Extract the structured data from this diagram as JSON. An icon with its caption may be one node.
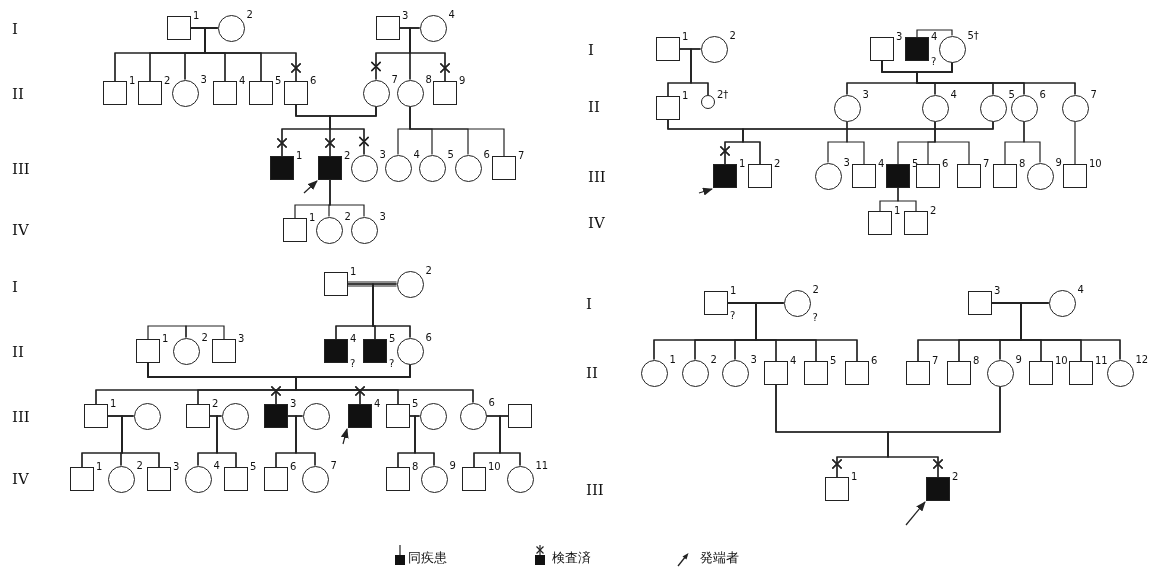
{
  "diagram": {
    "nodes": [
      {
        "text": [],
        "shape": "box",
        "beside": [
          "1"
        ]
      },
      {
        "text": [],
        "shape": "circle",
        "beside": [
          "2"
        ]
      },
      {
        "text": [],
        "shape": "box",
        "beside": [
          "3"
        ]
      },
      {
        "text": [],
        "shape": "circle",
        "beside": [
          "4"
        ]
      },
      {
        "text": [],
        "shape": "box",
        "beside": [
          "1"
        ]
      },
      {
        "text": [],
        "shape": "box",
        "beside": [
          "2"
        ]
      },
      {
        "text": [],
        "shape": "circle",
        "beside": [
          "3"
        ]
      },
      {
        "text": [],
        "shape": "box",
        "beside": [
          "4"
        ]
      },
      {
        "text": [],
        "shape": "box",
        "beside": [
          "5"
        ]
      },
      {
        "text": [],
        "shape": "box",
        "beside": [
          "6"
        ]
      },
      {
        "text": [],
        "shape": "circle",
        "beside": [
          "7"
        ]
      },
      {
        "text": [],
        "shape": "circle",
        "beside": [
          "8"
        ]
      },
      {
        "text": [],
        "shape": "box",
        "beside": [
          "9"
        ]
      },
      {
        "text": [],
        "shape": "filled-box",
        "beside": [
          "1"
        ]
      },
      {
        "text": [],
        "shape": "filled-box",
        "beside": [
          "2"
        ]
      },
      {
        "text": [],
        "shape": "circle",
        "beside": [
          "3"
        ]
      },
      {
        "text": [],
        "shape": "circle",
        "beside": [
          "4"
        ]
      },
      {
        "text": [],
        "shape": "circle",
        "beside": [
          "5"
        ]
      },
      {
        "text": [],
        "shape": "circle",
        "beside": [
          "6"
        ]
      },
      {
        "text": [],
        "shape": "box",
        "beside": [
          "7"
        ]
      },
      {
        "text": [],
        "shape": "box",
        "beside": [
          "1"
        ]
      },
      {
        "text": [],
        "shape": "circle",
        "beside": [
          "2"
        ]
      },
      {
        "text": [],
        "shape": "circle",
        "beside": [
          "3"
        ]
      },
      {
        "text": [],
        "shape": "box",
        "beside": [
          "1"
        ]
      },
      {
        "text": [],
        "shape": "circle",
        "beside": [
          "2"
        ]
      },
      {
        "text": [],
        "shape": "box",
        "beside": [
          "3"
        ]
      },
      {
        "text": [],
        "shape": "filled-box",
        "beside": [
          "4",
          "?"
        ]
      },
      {
        "text": [],
        "shape": "circle",
        "beside": [
          "5†"
        ]
      },
      {
        "text": [],
        "shape": "box",
        "beside": [
          "1"
        ]
      },
      {
        "text": [],
        "shape": "circle",
        "beside": [
          "2†"
        ]
      },
      {
        "text": [],
        "shape": "circle",
        "beside": [
          "3"
        ]
      },
      {
        "text": [],
        "shape": "circle",
        "beside": [
          "4"
        ]
      },
      {
        "text": [],
        "shape": "circle",
        "beside": [
          "5"
        ]
      },
      {
        "text": [],
        "shape": "circle",
        "beside": [
          "6"
        ]
      },
      {
        "text": [],
        "shape": "circle",
        "beside": [
          "7"
        ]
      },
      {
        "text": [],
        "shape": "filled-box",
        "beside": [
          "1"
        ]
      },
      {
        "text": [],
        "shape": "box",
        "beside": [
          "2"
        ]
      },
      {
        "text": [],
        "shape": "circle",
        "beside": [
          "3"
        ]
      },
      {
        "text": [],
        "shape": "box",
        "beside": [
          "4"
        ]
      },
      {
        "text": [],
        "shape": "filled-box",
        "beside": [
          "5"
        ]
      },
      {
        "text": [],
        "shape": "box",
        "beside": [
          "6"
        ]
      },
      {
        "text": [],
        "shape": "box",
        "beside": [
          "7"
        ]
      },
      {
        "text": [],
        "shape": "box",
        "beside": [
          "8"
        ]
      },
      {
        "text": [],
        "shape": "circle",
        "beside": [
          "9"
        ]
      },
      {
        "text": [],
        "shape": "box",
        "beside": [
          "10"
        ]
      },
      {
        "text": [],
        "shape": "box",
        "beside": [
          "1"
        ]
      },
      {
        "text": [],
        "shape": "box",
        "beside": [
          "2"
        ]
      },
      {
        "text": [],
        "shape": "box",
        "beside": [
          "1"
        ]
      },
      {
        "text": [],
        "shape": "circle",
        "beside": [
          "2"
        ]
      },
      {
        "text": [],
        "shape": "box",
        "beside": [
          "1"
        ]
      },
      {
        "text": [],
        "shape": "circle",
        "beside": [
          "2"
        ]
      },
      {
        "text": [],
        "shape": "box",
        "beside": [
          "3"
        ]
      },
      {
        "text": [],
        "shape": "filled-box",
        "beside": [
          "4",
          "?"
        ]
      },
      {
        "text": [],
        "shape": "filled-box",
        "beside": [
          "5",
          "?"
        ]
      },
      {
        "text": [],
        "shape": "circle",
        "beside": [
          "6"
        ]
      },
      {
        "text": [],
        "shape": "box",
        "beside": [
          "1"
        ]
      },
      {
        "text": [],
        "shape": "circle"
      },
      {
        "text": [],
        "shape": "box",
        "beside": [
          "2"
        ]
      },
      {
        "text": [],
        "shape": "circle"
      },
      {
        "text": [],
        "shape": "filled-box",
        "beside": [
          "3"
        ]
      },
      {
        "text": [],
        "shape": "circle"
      },
      {
        "text": [],
        "shape": "filled-box",
        "beside": [
          "4"
        ]
      },
      {
        "text": [],
        "shape": "box",
        "beside": [
          "5"
        ]
      },
      {
        "text": [],
        "shape": "circle"
      },
      {
        "text": [],
        "shape": "circle",
        "beside": [
          "6"
        ]
      },
      {
        "text": [],
        "shape": "box"
      },
      {
        "text": [],
        "shape": "box",
        "beside": [
          "1"
        ]
      },
      {
        "text": [],
        "shape": "circle",
        "beside": [
          "2"
        ]
      },
      {
        "text": [],
        "shape": "box",
        "beside": [
          "3"
        ]
      },
      {
        "text": [],
        "shape": "circle",
        "beside": [
          "4"
        ]
      },
      {
        "text": [],
        "shape": "box",
        "beside": [
          "5"
        ]
      },
      {
        "text": [],
        "shape": "box",
        "beside": [
          "6"
        ]
      },
      {
        "text": [],
        "shape": "circle",
        "beside": [
          "7"
        ]
      },
      {
        "text": [],
        "shape": "box",
        "beside": [
          "8"
        ]
      },
      {
        "text": [],
        "shape": "circle",
        "beside": [
          "9"
        ]
      },
      {
        "text": [],
        "shape": "box",
        "beside": [
          "10"
        ]
      },
      {
        "text": [],
        "shape": "circle",
        "beside": [
          "11"
        ]
      },
      {
        "text": [],
        "shape": "box",
        "beside": [
          "1",
          "?"
        ]
      },
      {
        "text": [],
        "shape": "circle",
        "beside": [
          "2",
          "?"
        ]
      },
      {
        "text": [],
        "shape": "box",
        "beside": [
          "3"
        ]
      },
      {
        "text": [],
        "shape": "circle",
        "beside": [
          "4"
        ]
      },
      {
        "text": [],
        "shape": "circle",
        "beside": [
          "1"
        ]
      },
      {
        "text": [],
        "shape": "circle",
        "beside": [
          "2"
        ]
      },
      {
        "text": [],
        "shape": "circle",
        "beside": [
          "3"
        ]
      },
      {
        "text": [],
        "shape": "box",
        "beside": [
          "4"
        ]
      },
      {
        "text": [],
        "shape": "box",
        "beside": [
          "5"
        ]
      },
      {
        "text": [],
        "shape": "box",
        "beside": [
          "6"
        ]
      },
      {
        "text": [],
        "shape": "box",
        "beside": [
          "7"
        ]
      },
      {
        "text": [],
        "shape": "box",
        "beside": [
          "8"
        ]
      },
      {
        "text": [],
        "shape": "circle",
        "beside": [
          "9"
        ]
      },
      {
        "text": [],
        "shape": "box",
        "beside": [
          "10"
        ]
      },
      {
        "text": [],
        "shape": "box",
        "beside": [
          "11"
        ]
      },
      {
        "text": [],
        "shape": "circle",
        "beside": [
          "12"
        ]
      },
      {
        "text": [],
        "shape": "box",
        "beside": [
          "1"
        ]
      },
      {
        "text": [],
        "shape": "filled-box",
        "beside": [
          "2"
        ]
      }
    ],
    "edges": [
      {
        "from": 0,
        "to": 1,
        "arrow": "none"
      },
      {
        "from": 0,
        "to": 4,
        "arrow": "none"
      },
      {
        "from": 1,
        "to": 4,
        "arrow": "none"
      },
      {
        "from": 0,
        "to": 5,
        "arrow": "none"
      },
      {
        "from": 1,
        "to": 5,
        "arrow": "none"
      },
      {
        "from": 0,
        "to": 6,
        "arrow": "none"
      },
      {
        "from": 1,
        "to": 6,
        "arrow": "none"
      },
      {
        "from": 0,
        "to": 7,
        "arrow": "none"
      },
      {
        "from": 1,
        "to": 7,
        "arrow": "none"
      },
      {
        "from": 0,
        "to": 8,
        "arrow": "none"
      },
      {
        "from": 1,
        "to": 8,
        "arrow": "none"
      },
      {
        "from": 0,
        "to": 9,
        "arrow": "other"
      },
      {
        "from": 1,
        "to": 9,
        "arrow": "other"
      },
      {
        "from": 2,
        "to": 3,
        "arrow": "none"
      },
      {
        "from": 2,
        "to": 10,
        "arrow": "other"
      },
      {
        "from": 3,
        "to": 10,
        "arrow": "other"
      },
      {
        "from": 2,
        "to": 11,
        "arrow": "none"
      },
      {
        "from": 3,
        "to": 11,
        "arrow": "none"
      },
      {
        "from": 2,
        "to": 12,
        "arrow": "other"
      },
      {
        "from": 3,
        "to": 12,
        "arrow": "other"
      },
      {
        "from": 9,
        "to": 10,
        "arrow": "none"
      },
      {
        "from": 9,
        "to": 13,
        "arrow": "other"
      },
      {
        "from": 10,
        "to": 13,
        "arrow": "other"
      },
      {
        "from": 9,
        "to": 14,
        "arrow": "other"
      },
      {
        "from": 10,
        "to": 14,
        "arrow": "other"
      },
      {
        "from": 9,
        "to": 15,
        "arrow": "other"
      },
      {
        "from": 10,
        "to": 15,
        "arrow": "other"
      },
      {
        "from": 11,
        "to": 16,
        "arrow": "none"
      },
      {
        "from": 11,
        "to": 17,
        "arrow": "none"
      },
      {
        "from": 11,
        "to": 18,
        "arrow": "none"
      },
      {
        "from": 11,
        "to": 19,
        "arrow": "none"
      },
      {
        "from": 14,
        "to": 20,
        "arrow": "none"
      },
      {
        "from": 14,
        "to": 21,
        "arrow": "none"
      },
      {
        "from": 14,
        "to": 22,
        "arrow": "none"
      },
      {
        "from": null,
        "to": 14,
        "arrow": "to"
      },
      {
        "from": 23,
        "to": 24,
        "arrow": "none"
      },
      {
        "from": 23,
        "to": 28,
        "arrow": "none"
      },
      {
        "from": 24,
        "to": 28,
        "arrow": "none"
      },
      {
        "from": 23,
        "to": 29,
        "arrow": "none"
      },
      {
        "from": 24,
        "to": 29,
        "arrow": "none"
      },
      {
        "from": 26,
        "to": 27,
        "arrow": "none"
      },
      {
        "from": 25,
        "to": 27,
        "arrow": "none"
      },
      {
        "from": 25,
        "to": 30,
        "arrow": "none"
      },
      {
        "from": 27,
        "to": 30,
        "arrow": "none"
      },
      {
        "from": 25,
        "to": 31,
        "arrow": "none"
      },
      {
        "from": 27,
        "to": 31,
        "arrow": "none"
      },
      {
        "from": 25,
        "to": 32,
        "arrow": "none"
      },
      {
        "from": 27,
        "to": 32,
        "arrow": "none"
      },
      {
        "from": 25,
        "to": 33,
        "arrow": "none"
      },
      {
        "from": 27,
        "to": 33,
        "arrow": "none"
      },
      {
        "from": 25,
        "to": 34,
        "arrow": "none"
      },
      {
        "from": 27,
        "to": 34,
        "arrow": "none"
      },
      {
        "from": 28,
        "to": 32,
        "arrow": "none"
      },
      {
        "from": 28,
        "to": 35,
        "arrow": "other"
      },
      {
        "from": 32,
        "to": 35,
        "arrow": "other"
      },
      {
        "from": 28,
        "to": 36,
        "arrow": "none"
      },
      {
        "from": 32,
        "to": 36,
        "arrow": "none"
      },
      {
        "from": 30,
        "to": 37,
        "arrow": "none"
      },
      {
        "from": 30,
        "to": 38,
        "arrow": "none"
      },
      {
        "from": 31,
        "to": 39,
        "arrow": "none"
      },
      {
        "from": 31,
        "to": 40,
        "arrow": "none"
      },
      {
        "from": 31,
        "to": 41,
        "arrow": "none"
      },
      {
        "from": 33,
        "to": 42,
        "arrow": "none"
      },
      {
        "from": 33,
        "to": 43,
        "arrow": "none"
      },
      {
        "from": 34,
        "to": 44,
        "arrow": "none"
      },
      {
        "from": 39,
        "to": 45,
        "arrow": "none"
      },
      {
        "from": 39,
        "to": 46,
        "arrow": "none"
      },
      {
        "from": null,
        "to": 35,
        "arrow": "to"
      },
      {
        "from": 47,
        "to": 48,
        "arrow": "none"
      },
      {
        "from": 47,
        "to": 52,
        "arrow": "none"
      },
      {
        "from": 48,
        "to": 52,
        "arrow": "none"
      },
      {
        "from": 47,
        "to": 53,
        "arrow": "none"
      },
      {
        "from": 48,
        "to": 53,
        "arrow": "none"
      },
      {
        "from": 47,
        "to": 54,
        "arrow": "none"
      },
      {
        "from": 48,
        "to": 54,
        "arrow": "none"
      },
      {
        "from": 49,
        "to": 50,
        "arrow": "none"
      },
      {
        "from": 50,
        "to": 51,
        "arrow": "none"
      },
      {
        "from": 49,
        "to": 54,
        "arrow": "none"
      },
      {
        "from": 49,
        "to": 55,
        "arrow": "none"
      },
      {
        "from": 54,
        "to": 55,
        "arrow": "none"
      },
      {
        "from": 49,
        "to": 57,
        "arrow": "none"
      },
      {
        "from": 54,
        "to": 57,
        "arrow": "none"
      },
      {
        "from": 49,
        "to": 59,
        "arrow": "other"
      },
      {
        "from": 54,
        "to": 59,
        "arrow": "other"
      },
      {
        "from": 49,
        "to": 61,
        "arrow": "other"
      },
      {
        "from": 54,
        "to": 61,
        "arrow": "other"
      },
      {
        "from": 49,
        "to": 62,
        "arrow": "none"
      },
      {
        "from": 54,
        "to": 62,
        "arrow": "none"
      },
      {
        "from": 49,
        "to": 64,
        "arrow": "none"
      },
      {
        "from": 54,
        "to": 64,
        "arrow": "none"
      },
      {
        "from": 55,
        "to": 56,
        "arrow": "none"
      },
      {
        "from": 55,
        "to": 66,
        "arrow": "none"
      },
      {
        "from": 56,
        "to": 66,
        "arrow": "none"
      },
      {
        "from": 55,
        "to": 67,
        "arrow": "none"
      },
      {
        "from": 56,
        "to": 67,
        "arrow": "none"
      },
      {
        "from": 55,
        "to": 68,
        "arrow": "none"
      },
      {
        "from": 56,
        "to": 68,
        "arrow": "none"
      },
      {
        "from": 57,
        "to": 58,
        "arrow": "none"
      },
      {
        "from": 57,
        "to": 69,
        "arrow": "none"
      },
      {
        "from": 58,
        "to": 69,
        "arrow": "none"
      },
      {
        "from": 57,
        "to": 70,
        "arrow": "none"
      },
      {
        "from": 58,
        "to": 70,
        "arrow": "none"
      },
      {
        "from": 59,
        "to": 60,
        "arrow": "none"
      },
      {
        "from": 59,
        "to": 71,
        "arrow": "none"
      },
      {
        "from": 60,
        "to": 71,
        "arrow": "none"
      },
      {
        "from": 59,
        "to": 72,
        "arrow": "none"
      },
      {
        "from": 60,
        "to": 72,
        "arrow": "none"
      },
      {
        "from": 62,
        "to": 63,
        "arrow": "none"
      },
      {
        "from": 62,
        "to": 73,
        "arrow": "none"
      },
      {
        "from": 63,
        "to": 73,
        "arrow": "none"
      },
      {
        "from": 62,
        "to": 74,
        "arrow": "none"
      },
      {
        "from": 63,
        "to": 74,
        "arrow": "none"
      },
      {
        "from": 64,
        "to": 65,
        "arrow": "none"
      },
      {
        "from": 64,
        "to": 75,
        "arrow": "none"
      },
      {
        "from": 65,
        "to": 75,
        "arrow": "none"
      },
      {
        "from": 64,
        "to": 76,
        "arrow": "none"
      },
      {
        "from": 65,
        "to": 76,
        "arrow": "none"
      },
      {
        "from": null,
        "to": 61,
        "arrow": "to"
      },
      {
        "from": 77,
        "to": 78,
        "arrow": "none"
      },
      {
        "from": 77,
        "to": 81,
        "arrow": "none"
      },
      {
        "from": 78,
        "to": 81,
        "arrow": "none"
      },
      {
        "from": 77,
        "to": 82,
        "arrow": "none"
      },
      {
        "from": 78,
        "to": 82,
        "arrow": "none"
      },
      {
        "from": 77,
        "to": 83,
        "arrow": "none"
      },
      {
        "from": 78,
        "to": 83,
        "arrow": "none"
      },
      {
        "from": 77,
        "to": 84,
        "arrow": "none"
      },
      {
        "from": 78,
        "to": 84,
        "arrow": "none"
      },
      {
        "from": 77,
        "to": 85,
        "arrow": "none"
      },
      {
        "from": 78,
        "to": 85,
        "arrow": "none"
      },
      {
        "from": 77,
        "to": 86,
        "arrow": "none"
      },
      {
        "from": 78,
        "to": 86,
        "arrow": "none"
      },
      {
        "from": 79,
        "to": 80,
        "arrow": "none"
      },
      {
        "from": 79,
        "to": 87,
        "arrow": "none"
      },
      {
        "from": 80,
        "to": 87,
        "arrow": "none"
      },
      {
        "from": 79,
        "to": 88,
        "arrow": "none"
      },
      {
        "from": 80,
        "to": 88,
        "arrow": "none"
      },
      {
        "from": 79,
        "to": 89,
        "arrow": "none"
      },
      {
        "from": 80,
        "to": 89,
        "arrow": "none"
      },
      {
        "from": 79,
        "to": 90,
        "arrow": "none"
      },
      {
        "from": 80,
        "to": 90,
        "arrow": "none"
      },
      {
        "from": 79,
        "to": 91,
        "arrow": "none"
      },
      {
        "from": 80,
        "to": 91,
        "arrow": "none"
      },
      {
        "from": 79,
        "to": 92,
        "arrow": "none"
      },
      {
        "from": 80,
        "to": 92,
        "arrow": "none"
      },
      {
        "from": 84,
        "to": 89,
        "arrow": "none"
      },
      {
        "from": 84,
        "to": 93,
        "arrow": "other"
      },
      {
        "from": 89,
        "to": 93,
        "arrow": "other"
      },
      {
        "from": 84,
        "to": 94,
        "arrow": "other"
      },
      {
        "from": 89,
        "to": 94,
        "arrow": "other"
      },
      {
        "from": null,
        "to": 94,
        "arrow": "to"
      }
    ],
    "labels": [
      "I",
      "II",
      "III",
      "IV",
      "I",
      "II",
      "III",
      "IV",
      "I",
      "II",
      "III",
      "IV",
      "I",
      "II",
      "III"
    ],
    "legend": [
      {
        "text": "同疾患"
      },
      {
        "text": "検査済"
      },
      {
        "text": "発端者"
      }
    ]
  }
}
